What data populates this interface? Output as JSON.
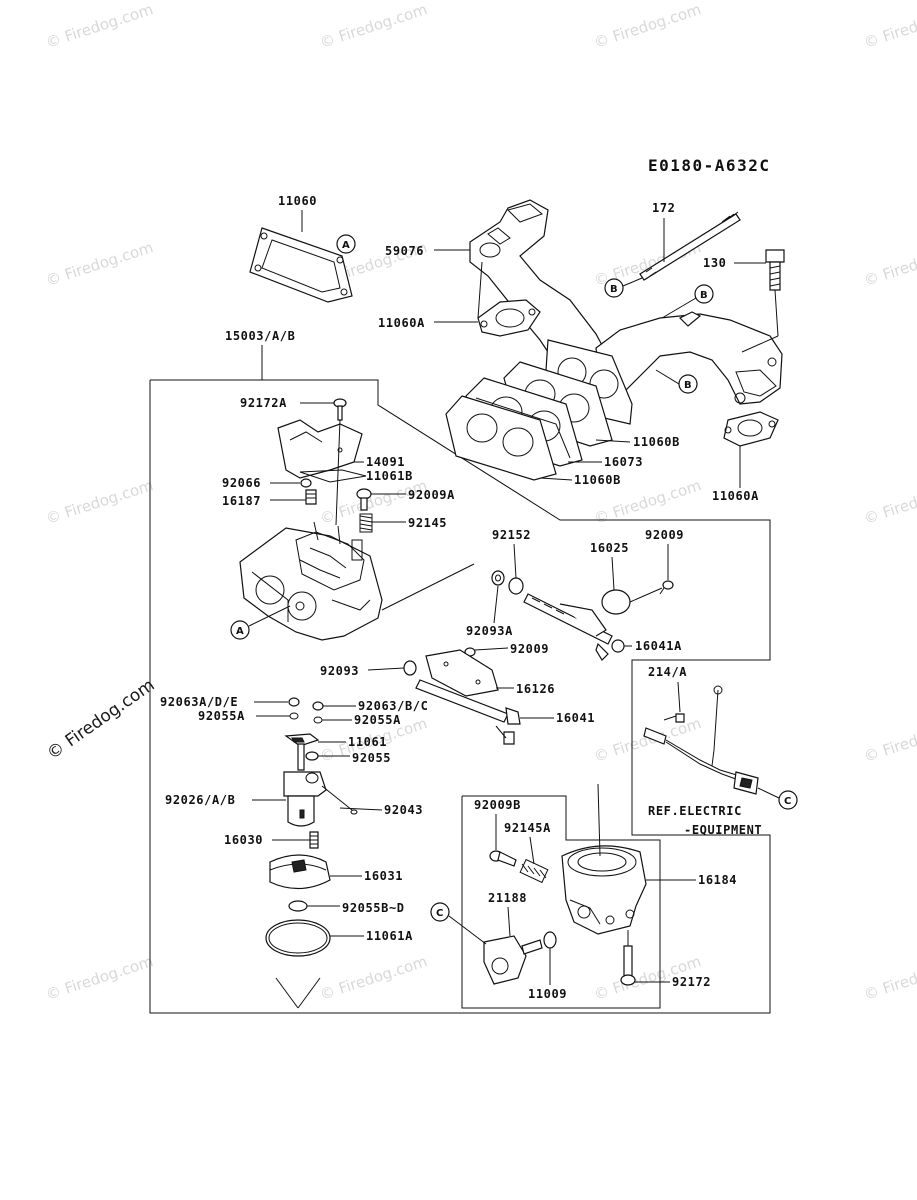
{
  "diagram_code": "E0180-A632C",
  "watermark_text": "© Firedog.com",
  "part_labels": {
    "p11060": "11060",
    "p172": "172",
    "p59076": "59076",
    "p130": "130",
    "p11060A_top": "11060A",
    "p15003": "15003/A/B",
    "p92172A": "92172A",
    "p14091": "14091",
    "p11061B": "11061B",
    "p11060B_1": "11060B",
    "p16073": "16073",
    "p11060B_2": "11060B",
    "p11060A_bot": "11060A",
    "p92066": "92066",
    "p16187": "16187",
    "p92009A": "92009A",
    "p92145": "92145",
    "p92152": "92152",
    "p16025": "16025",
    "p92009_top": "92009",
    "p92093A": "92093A",
    "p16041A": "16041A",
    "p92009_mid": "92009",
    "p92093": "92093",
    "p16126": "16126",
    "p214A": "214/A",
    "p92063ADE": "92063A/D/E",
    "p92063BC": "92063/B/C",
    "p92055A_1": "92055A",
    "p92055A_2": "92055A",
    "p16041": "16041",
    "p11061": "11061",
    "p92055": "92055",
    "p92026": "92026/A/B",
    "p92043": "92043",
    "p16030": "16030",
    "p16031": "16031",
    "p92055BD": "92055B~D",
    "p11061A": "11061A",
    "p92009B": "92009B",
    "p92145A": "92145A",
    "p21188": "21188",
    "p11009": "11009",
    "p16184": "16184",
    "p92172": "92172"
  },
  "ref_note": {
    "line1": "REF.ELECTRIC",
    "line2": "-EQUIPMENT"
  },
  "callouts": {
    "A": "A",
    "B": "B",
    "C": "C"
  }
}
